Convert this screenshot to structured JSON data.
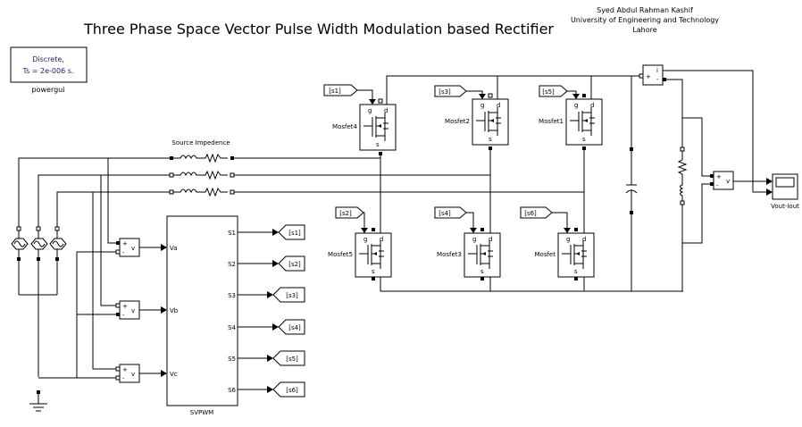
{
  "title": "Three Phase Space Vector Pulse Width Modulation based  Rectifier",
  "author": {
    "name": "Syed Abdul Rahman Kashif",
    "institution": "University of Engineering and Technology",
    "city": "Lahore"
  },
  "powergui": {
    "line1": "Discrete,",
    "line2": "Ts = 2e-006 s.",
    "label": "powergui"
  },
  "source_impedance_label": "Source Impedence",
  "svpwm": {
    "label": "SVPWM",
    "inputs": [
      "Va",
      "Vb",
      "Vc"
    ],
    "outputs": [
      "S1",
      "S2",
      "S3",
      "S4",
      "S5",
      "S6"
    ]
  },
  "goto_tags": [
    "[s1]",
    "[s2]",
    "[s3]",
    "[s4]",
    "[s5]",
    "[s6]"
  ],
  "from_tags": {
    "mosfet4": "[s1]",
    "mosfet2": "[s3]",
    "mosfet1": "[s5]",
    "mosfet5": "[s2]",
    "mosfet3": "[s4]",
    "mosfet": "[s6]"
  },
  "mosfets": {
    "mosfet4": "Mosfet4",
    "mosfet2": "Mosfet2",
    "mosfet1": "Mosfet1",
    "mosfet5": "Mosfet5",
    "mosfet3": "Mosfet3",
    "mosfet": "Mosfet"
  },
  "mosfet_pins": {
    "gate": "g",
    "drain": "d",
    "source": "s"
  },
  "voltage_meter_sign": {
    "plus": "+",
    "minus": "-",
    "v": "v"
  },
  "current_meter": {
    "plus": "+",
    "minus": "-",
    "i": "i"
  },
  "scope_label": "Vout-Iout"
}
